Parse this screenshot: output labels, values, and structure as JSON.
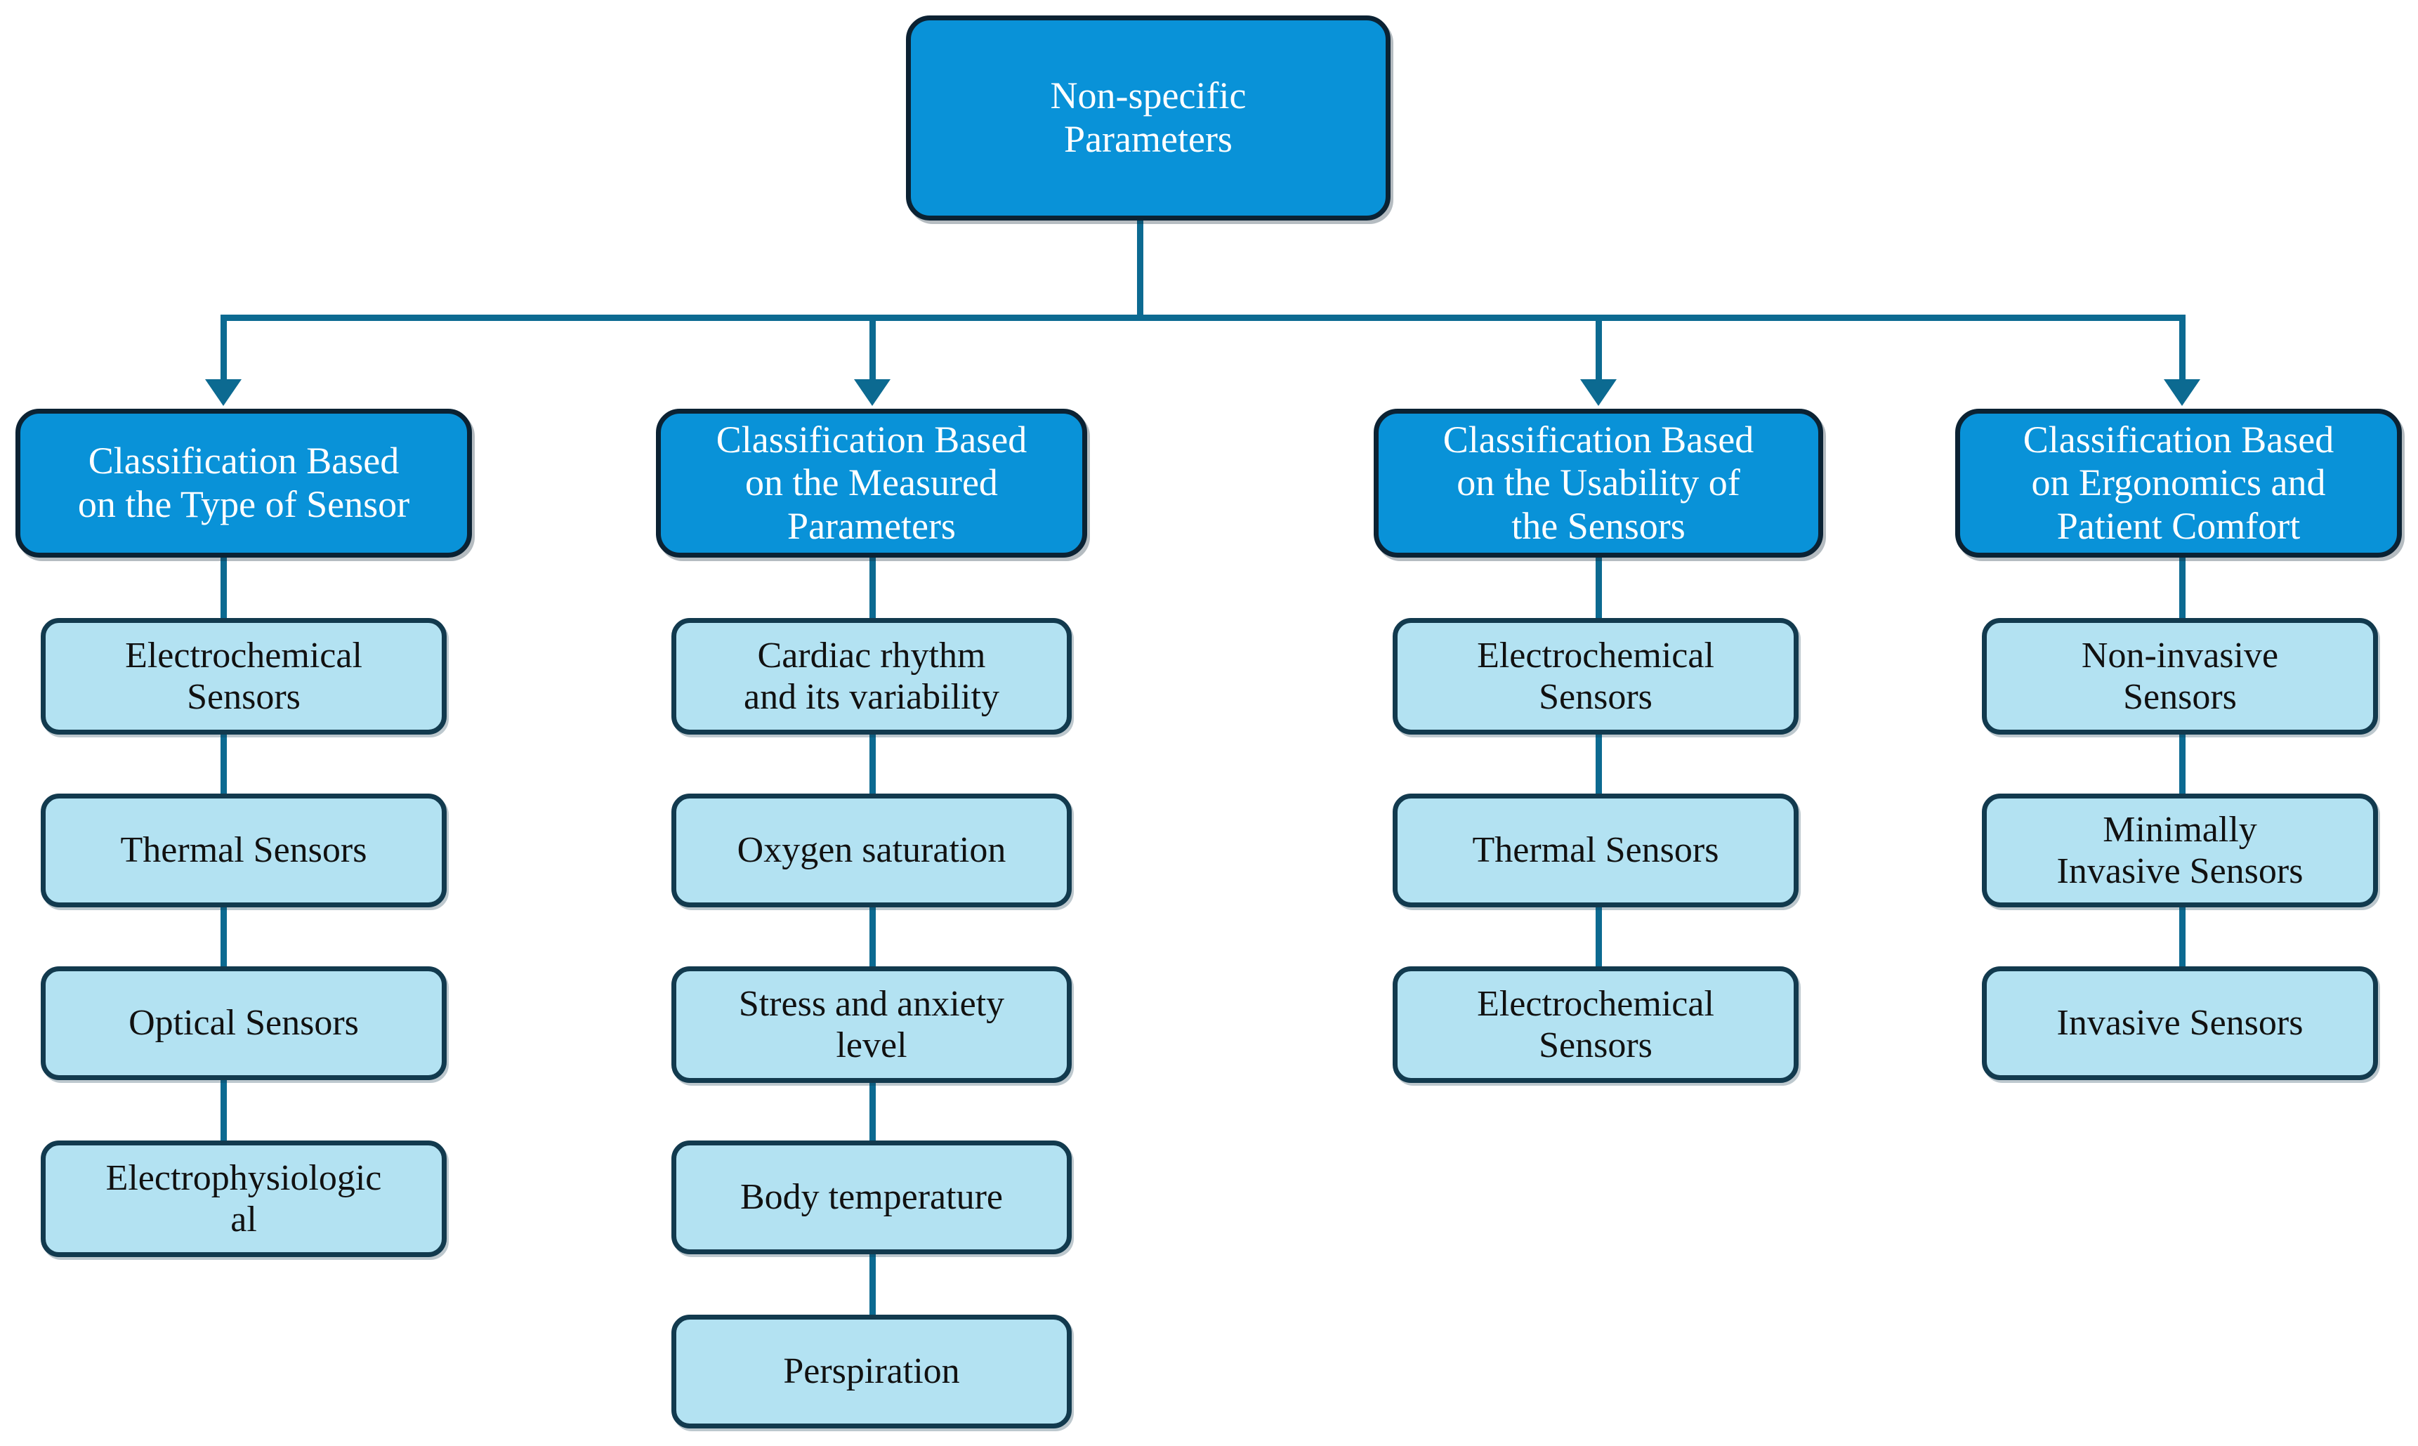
{
  "diagram": {
    "title": "Non-specific Parameters classification tree",
    "colors": {
      "primary_fill": "#0992d8",
      "primary_border": "#0b2233",
      "primary_text": "#ffffff",
      "leaf_fill": "#b3e2f2",
      "leaf_border": "#123a4e",
      "leaf_text": "#111111",
      "connector": "#0c6a91",
      "background": "#ffffff"
    },
    "root": {
      "label": "Non-specific\nParameters"
    },
    "branches": [
      {
        "label": "Classification Based\non the Type of Sensor",
        "children": [
          {
            "label": "Electrochemical\nSensors"
          },
          {
            "label": "Thermal Sensors"
          },
          {
            "label": "Optical Sensors"
          },
          {
            "label": "Electrophysiologic\nal"
          }
        ]
      },
      {
        "label": "Classification Based\non the Measured\nParameters",
        "children": [
          {
            "label": "Cardiac rhythm\nand its variability"
          },
          {
            "label": "Oxygen saturation"
          },
          {
            "label": "Stress and anxiety\nlevel"
          },
          {
            "label": "Body temperature"
          },
          {
            "label": "Perspiration"
          }
        ]
      },
      {
        "label": "Classification Based\non the Usability of\nthe Sensors",
        "children": [
          {
            "label": "Electrochemical\nSensors"
          },
          {
            "label": "Thermal Sensors"
          },
          {
            "label": "Electrochemical\nSensors"
          }
        ]
      },
      {
        "label": "Classification Based\non Ergonomics and\nPatient Comfort",
        "children": [
          {
            "label": "Non-invasive\nSensors"
          },
          {
            "label": "Minimally\nInvasive Sensors"
          },
          {
            "label": "Invasive Sensors"
          }
        ]
      }
    ]
  }
}
